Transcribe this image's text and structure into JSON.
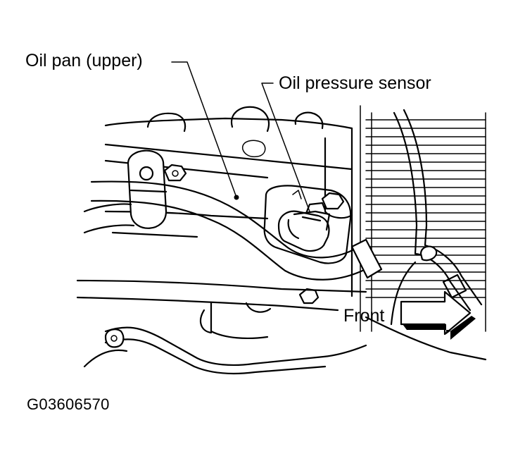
{
  "labels": {
    "oil_pan": "Oil pan (upper)",
    "oil_pressure_sensor": "Oil pressure sensor",
    "front": "Front"
  },
  "figure_code": "G03606570",
  "colors": {
    "line": "#000000",
    "background": "#ffffff"
  },
  "icons": {
    "front_direction": "arrow-right-icon"
  }
}
